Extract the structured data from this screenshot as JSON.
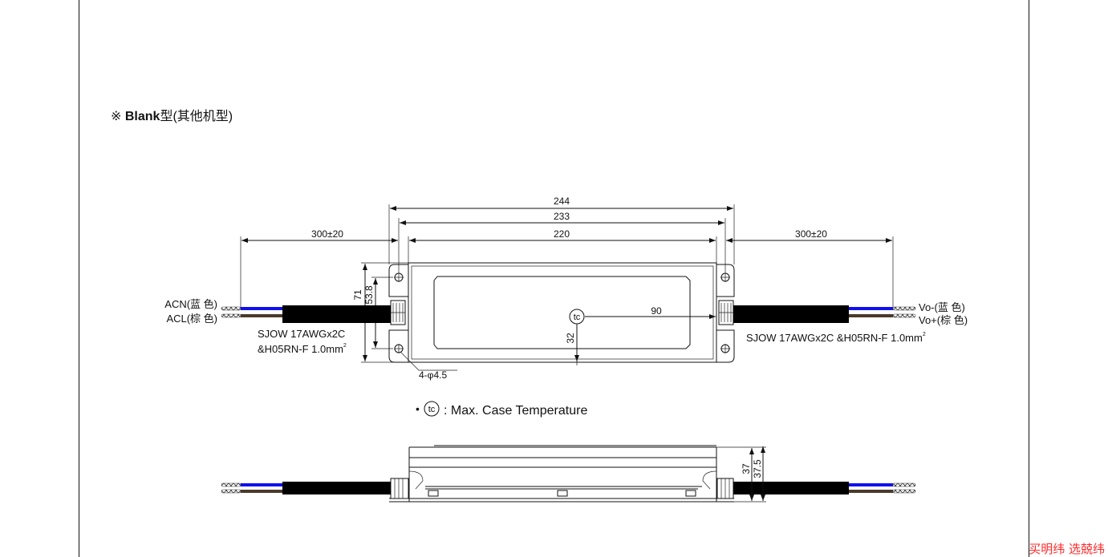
{
  "section_title": {
    "symbol": "※",
    "bold": "Blank",
    "rest": "型(其他机型)"
  },
  "dims": {
    "overall_length": "244",
    "hole_pitch_length": "233",
    "body_length": "220",
    "left_cable_length": "300±20",
    "right_cable_length": "300±20",
    "overall_width": "71",
    "hole_pitch_width": "53.8",
    "tc_x": "90",
    "tc_y": "32",
    "holes": "4-φ4.5",
    "height": "37",
    "height_max": "37.5"
  },
  "left_wires": {
    "acn": "ACN(蓝 色)",
    "acl": "ACL(棕 色)",
    "cable_line1": "SJOW 17AWGx2C",
    "cable_line2": "&H05RN-F 1.0mm",
    "sup": "2"
  },
  "right_wires": {
    "vo_minus": "Vo-(蓝 色)",
    "vo_plus": "Vo+(棕 色)",
    "cable": "SJOW 17AWGx2C &H05RN-F 1.0mm",
    "sup": "2"
  },
  "legend": {
    "bullet": "•",
    "symbol": "tc",
    "text": ": Max. Case Temperature"
  },
  "colors": {
    "blue_wire": "#1010ee",
    "brown_wire": "#4a3a2a",
    "watermark": "#ff2a2a"
  },
  "watermark": "买明纬 选兢纬"
}
